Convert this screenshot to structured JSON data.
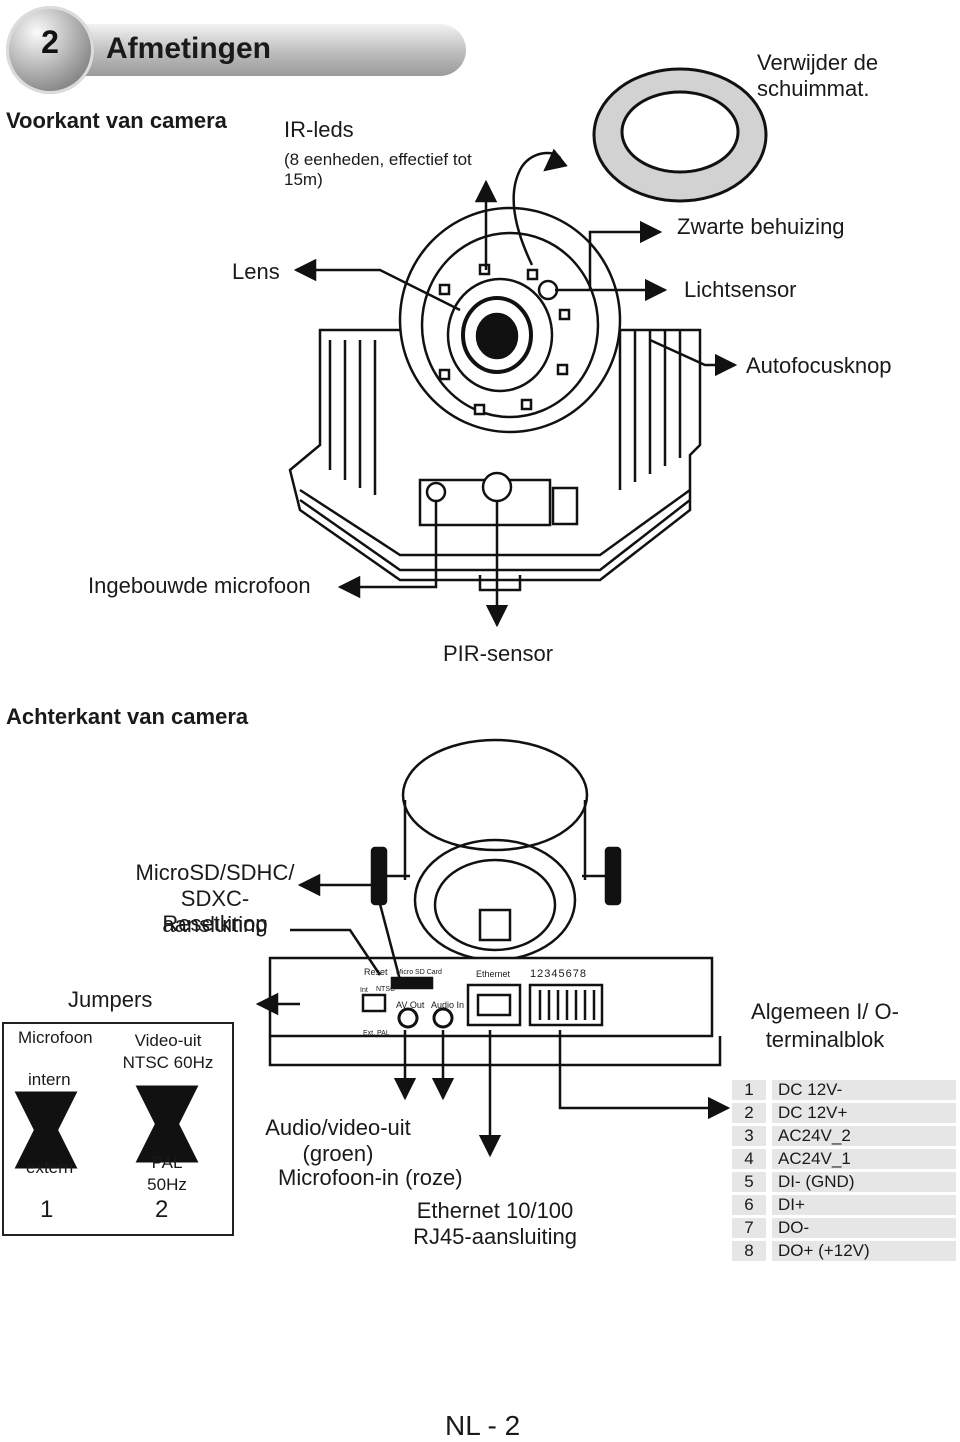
{
  "header": {
    "number": "2",
    "title": "Afmetingen"
  },
  "front": {
    "section_title": "Voorkant van camera",
    "ir_leds": "IR-leds",
    "ir_leds_note": "(8 eenheden, effectief tot 15m)",
    "remove_foam": "Verwijder de schuimmat.",
    "black_housing": "Zwarte behuizing",
    "lens": "Lens",
    "light_sensor": "Lichtsensor",
    "autofocus": "Autofocusknop",
    "microphone": "Ingebouwde microfoon",
    "pir": "PIR-sensor"
  },
  "back": {
    "section_title": "Achterkant van camera",
    "microsd": "MicroSD/SDHC/ SDXC-aansluiting",
    "reset": "Resetknop",
    "panel": {
      "reset": "Reset",
      "microsd": "Micro SD Card",
      "ethernet": "Ethernet",
      "pins": "12345678",
      "int": "Int",
      "ntsc": "NTSC",
      "av_out": "AV Out",
      "audio_in": "Audio In",
      "ext": "Ext.",
      "pal": "PAL"
    },
    "av_out": "Audio/video-uit (groen)",
    "mic_in": "Microfoon-in (roze)",
    "ethernet": "Ethernet 10/100 RJ45-aansluiting"
  },
  "jumpers": {
    "title": "Jumpers",
    "col1_header": "Microfoon",
    "col1_top": "intern",
    "col1_bottom": "extern",
    "col1_num": "1",
    "col2_header": "Video-uit NTSC 60Hz",
    "col2_bottom": "PAL 50Hz",
    "col2_num": "2"
  },
  "terminal": {
    "title": "Algemeen I/ O-terminalblok",
    "rows": [
      {
        "n": "1",
        "label": "DC 12V-"
      },
      {
        "n": "2",
        "label": "DC 12V+"
      },
      {
        "n": "3",
        "label": "AC24V_2"
      },
      {
        "n": "4",
        "label": "AC24V_1"
      },
      {
        "n": "5",
        "label": "DI- (GND)"
      },
      {
        "n": "6",
        "label": "DI+"
      },
      {
        "n": "7",
        "label": "DO-"
      },
      {
        "n": "8",
        "label": "DO+ (+12V)"
      }
    ]
  },
  "footer": {
    "page": "NL - 2"
  }
}
